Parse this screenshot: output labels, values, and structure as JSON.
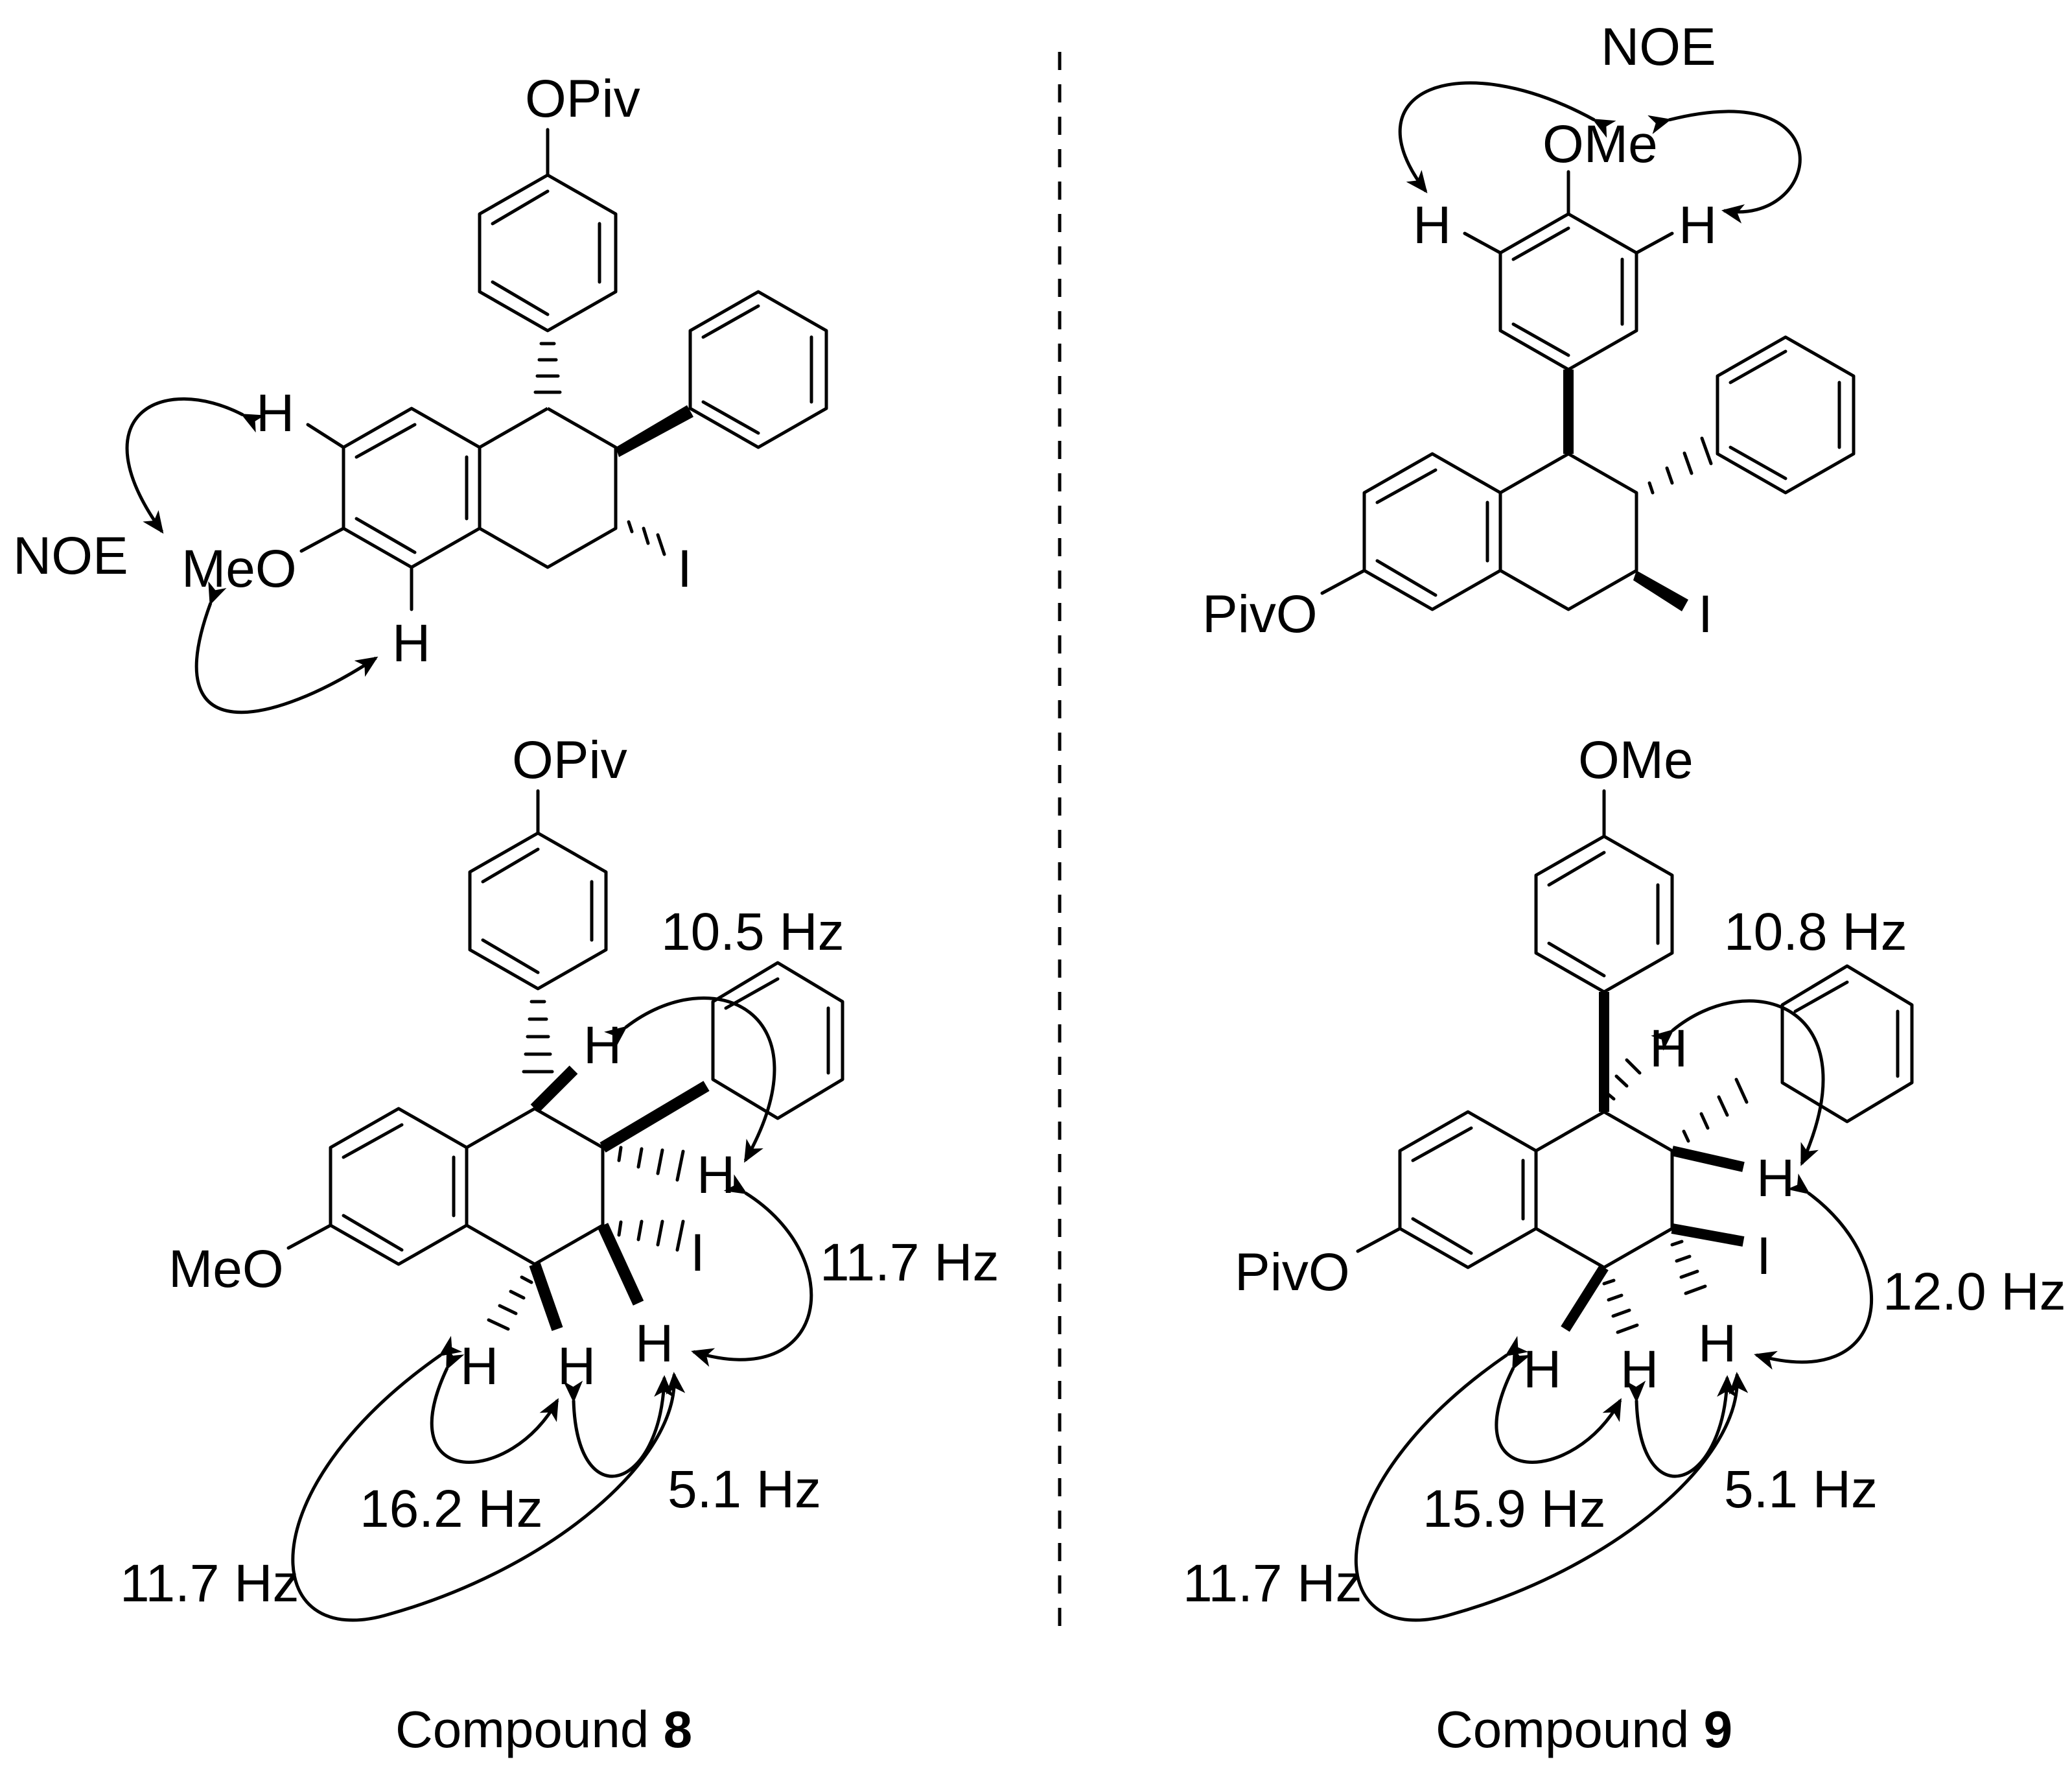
{
  "compound8": {
    "caption_text": "Compound ",
    "caption_number": "8",
    "top": {
      "substituent_para": "OPiv",
      "methoxy": "MeO",
      "iodo": "I",
      "noe_label": "NOE",
      "h_upper": "H",
      "h_lower": "H"
    },
    "bottom": {
      "substituent_para": "OPiv",
      "methoxy": "MeO",
      "iodo": "I",
      "h1": "H",
      "h2": "H",
      "h3": "H",
      "h4": "H",
      "h5": "H",
      "j_10_5": "10.5 Hz",
      "j_11_7_right": "11.7 Hz",
      "j_16_2": "16.2 Hz",
      "j_5_1": "5.1 Hz",
      "j_11_7_left": "11.7 Hz"
    }
  },
  "compound9": {
    "caption_text": "Compound ",
    "caption_number": "9",
    "top": {
      "substituent_para": "OMe",
      "pivoxy": "PivO",
      "iodo": "I",
      "noe_label": "NOE",
      "h_left": "H",
      "h_right": "H"
    },
    "bottom": {
      "substituent_para": "OMe",
      "pivoxy": "PivO",
      "iodo": "I",
      "h1": "H",
      "h2": "H",
      "h3": "H",
      "h4": "H",
      "h5": "H",
      "j_10_8": "10.8 Hz",
      "j_12_0": "12.0 Hz",
      "j_15_9": "15.9 Hz",
      "j_5_1": "5.1 Hz",
      "j_11_7_left": "11.7 Hz"
    }
  },
  "colors": {
    "ink": "#000000",
    "background": "#ffffff"
  }
}
